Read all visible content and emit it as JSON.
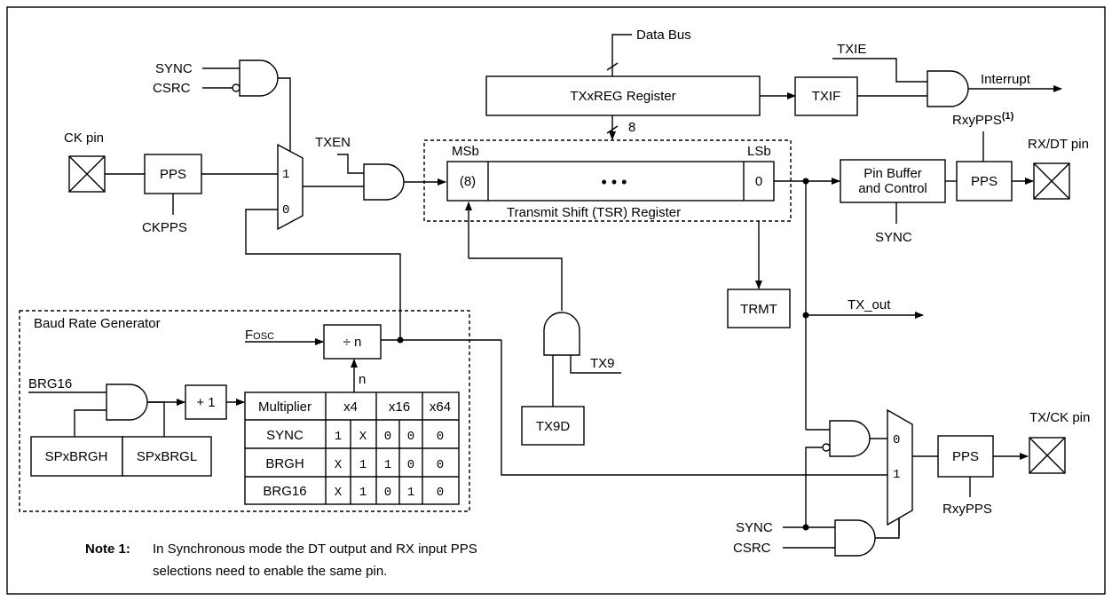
{
  "signals": {
    "sync_top": "SYNC",
    "csrc_top": "CSRC",
    "ck_pin": "CK pin",
    "ckpps": "CKPPS",
    "txen": "TXEN",
    "data_bus": "Data Bus",
    "txie": "TXIE",
    "interrupt": "Interrupt",
    "bus_width": "8",
    "rxypps_label": "RxyPPS",
    "rxypps_sup": "(1)",
    "rx_dt_pin": "RX/DT pin",
    "sync_buffer": "SYNC",
    "tx_out": "TX_out",
    "fosc_first": "F",
    "fosc_rest": "OSC",
    "n_label": "n",
    "brg16": "BRG16",
    "tx9": "TX9",
    "tx_ck_pin": "TX/CK pin",
    "rxypps_bottom": "RxyPPS",
    "sync_bottom": "SYNC",
    "csrc_bottom": "CSRC"
  },
  "blocks": {
    "pps_ck": "PPS",
    "txreg": "TXxREG Register",
    "txif": "TXIF",
    "msb": "MSb",
    "lsb": "LSb",
    "tsr_bit_high": "(8)",
    "tsr_dots": "• • •",
    "tsr_bit_low": "0",
    "tsr_caption": "Transmit Shift (TSR) Register",
    "pin_buffer_1": "Pin Buffer",
    "pin_buffer_2": "and Control",
    "pps_rx": "PPS",
    "trmt": "TRMT",
    "baud_gen": "Baud Rate Generator",
    "divide_n": "÷ n",
    "plus_one": "+ 1",
    "spxbrgh": "SPxBRGH",
    "spxbrgl": "SPxBRGL",
    "tx9d": "TX9D",
    "pps_tx": "PPS",
    "mux_top_1": "1",
    "mux_top_0": "0",
    "mux_bot_0": "0",
    "mux_bot_1": "1"
  },
  "multiplier_table": {
    "header": [
      "Multiplier",
      "x4",
      "x16",
      "x64"
    ],
    "rows": [
      {
        "label": "SYNC",
        "values": [
          "1",
          "X",
          "0",
          "0",
          "0"
        ]
      },
      {
        "label": "BRGH",
        "values": [
          "X",
          "1",
          "1",
          "0",
          "0"
        ]
      },
      {
        "label": "BRG16",
        "values": [
          "X",
          "1",
          "0",
          "1",
          "0"
        ]
      }
    ]
  },
  "note": {
    "label": "Note 1:",
    "line1": "In Synchronous mode the DT output and RX input PPS",
    "line2": "selections need to enable the same pin."
  }
}
